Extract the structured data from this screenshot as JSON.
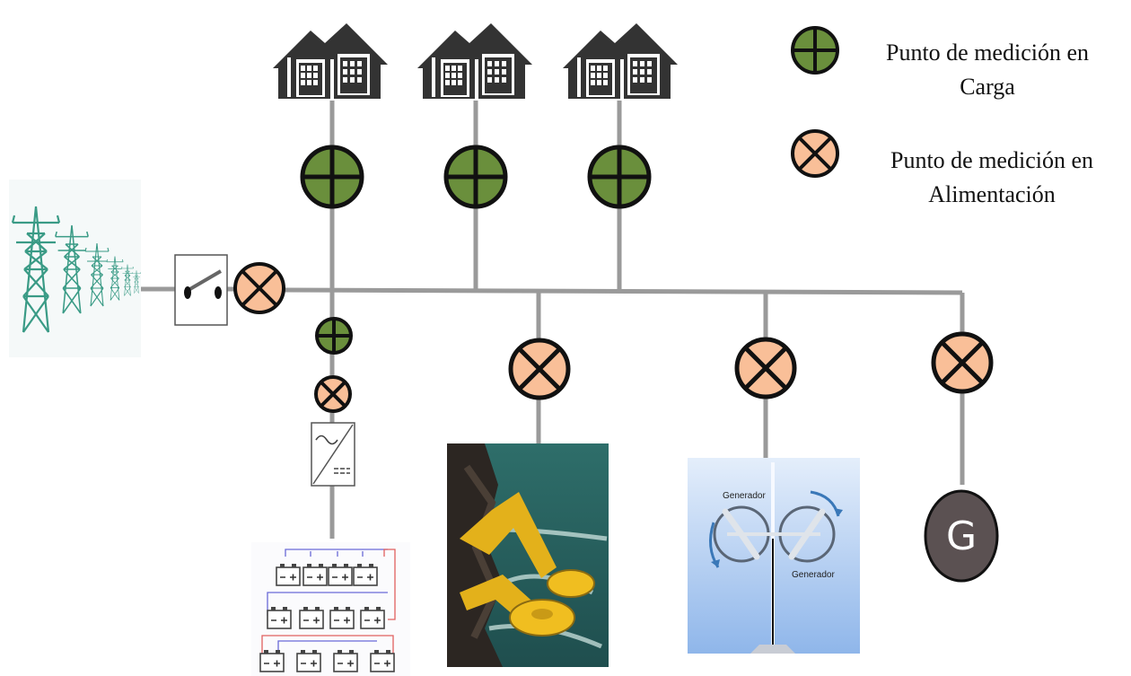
{
  "legend": {
    "load_point": {
      "line1": "Punto de medición  en",
      "line2": "Carga",
      "color": "#6a8f3c",
      "icon": "green-plus-circle-icon"
    },
    "supply_point": {
      "line1": "Punto de medición en",
      "line2": "Alimentación",
      "color": "#f9bf98",
      "icon": "orange-cross-circle-icon"
    }
  },
  "turbine": {
    "label_top": "Generador",
    "label_bottom": "Generador"
  },
  "generator": {
    "label": "G",
    "color": "#5b5152"
  },
  "colors": {
    "bus_line": "#9a9a9a",
    "house": "#333333",
    "measure_outline": "#111111"
  }
}
